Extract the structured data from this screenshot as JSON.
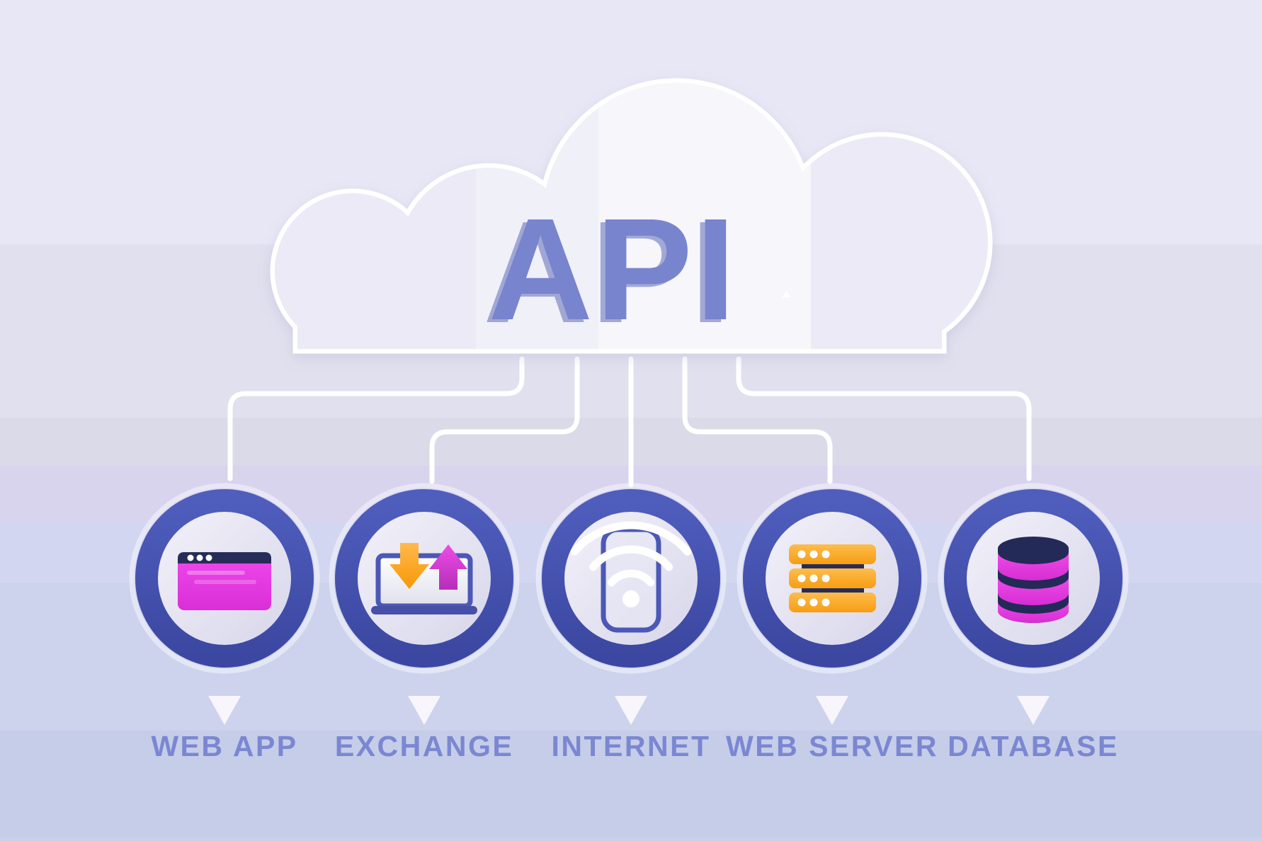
{
  "title": "API",
  "nodes": [
    {
      "label": "WEB APP",
      "icon": "browser-window-icon"
    },
    {
      "label": "EXCHANGE",
      "icon": "laptop-sync-icon"
    },
    {
      "label": "INTERNET",
      "icon": "smartphone-wifi-icon"
    },
    {
      "label": "WEB SERVER",
      "icon": "server-rack-icon"
    },
    {
      "label": "DATABASE",
      "icon": "database-cylinder-icon"
    }
  ],
  "colors": {
    "background_bands": [
      "#e8e7f5",
      "#e1e0ee",
      "#dbdae8",
      "#d8d4ee",
      "#d3d6f0",
      "#cdd3ed",
      "#c5cde9",
      "#c9d0ea"
    ],
    "cloud_fill": "#ebeaf6",
    "cloud_outline": "#ffffff",
    "title_color": "#7884cd",
    "title_shadow": "#5f6cba",
    "ring_top": "#4d5bbb",
    "ring_bottom": "#3b47a0",
    "connector": "#ffffff",
    "label_color": "#7b87d1",
    "marker": "#f8f5fc",
    "magenta": "#e73ce2",
    "orange": "#f9a41c",
    "navy": "#272d58",
    "laptop_indigo": "#4c58b6"
  }
}
